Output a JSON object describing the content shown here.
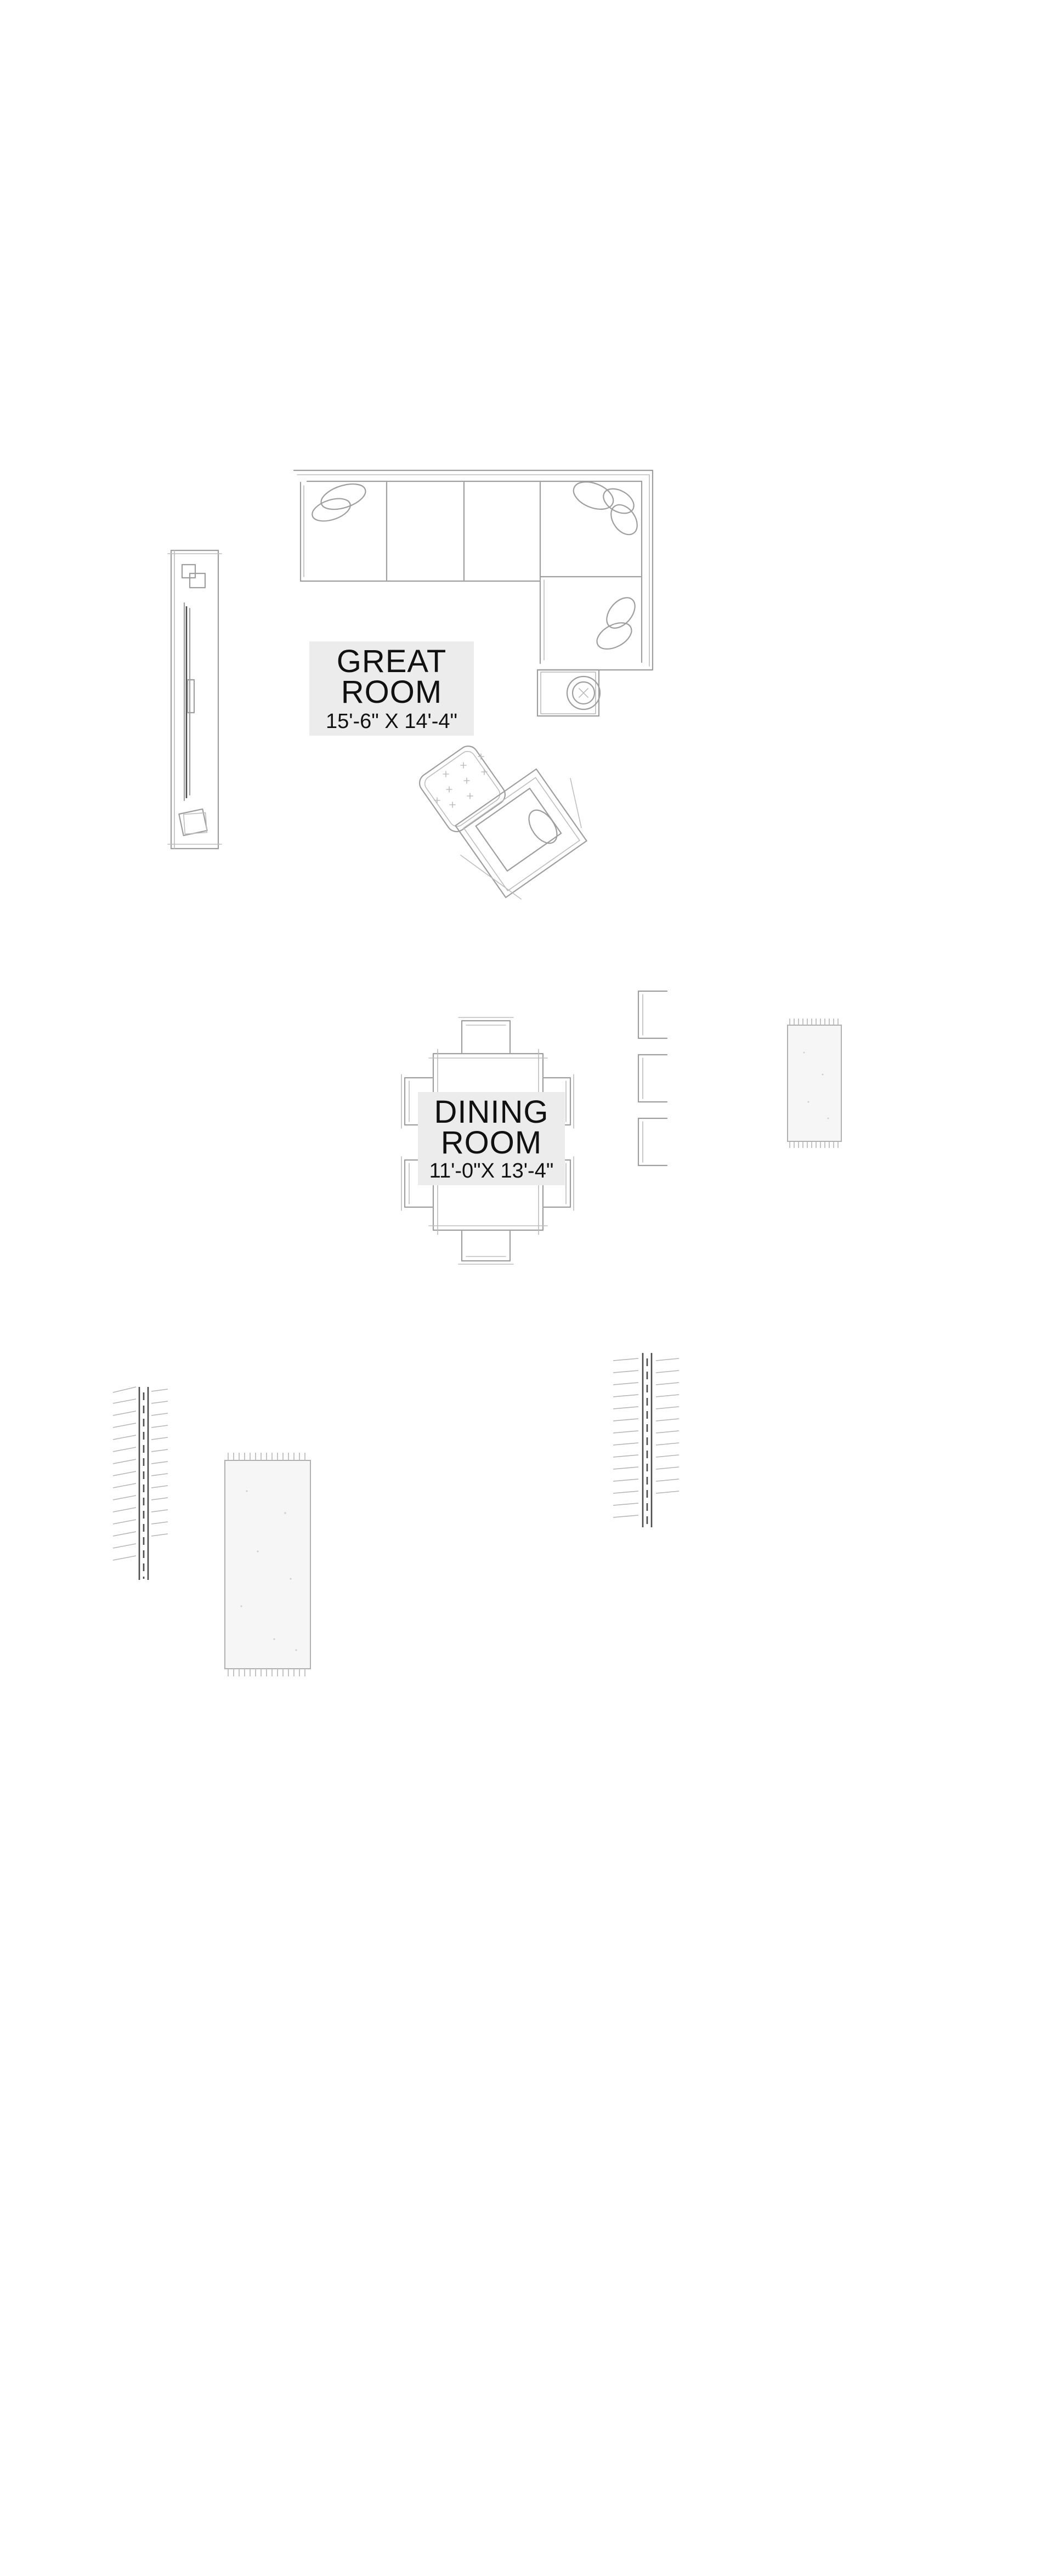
{
  "rooms": [
    {
      "name_line1": "GREAT",
      "name_line2": "ROOM",
      "dimensions": "15'-6\" X 14'-4\""
    },
    {
      "name_line1": "DINING",
      "name_line2": "ROOM",
      "dimensions": "11'-0\"X 13'-4\""
    }
  ],
  "colors": {
    "background": "#ffffff",
    "sketch_line": "#9e9e9e",
    "label_background": "#ececec",
    "label_text": "#111111"
  }
}
